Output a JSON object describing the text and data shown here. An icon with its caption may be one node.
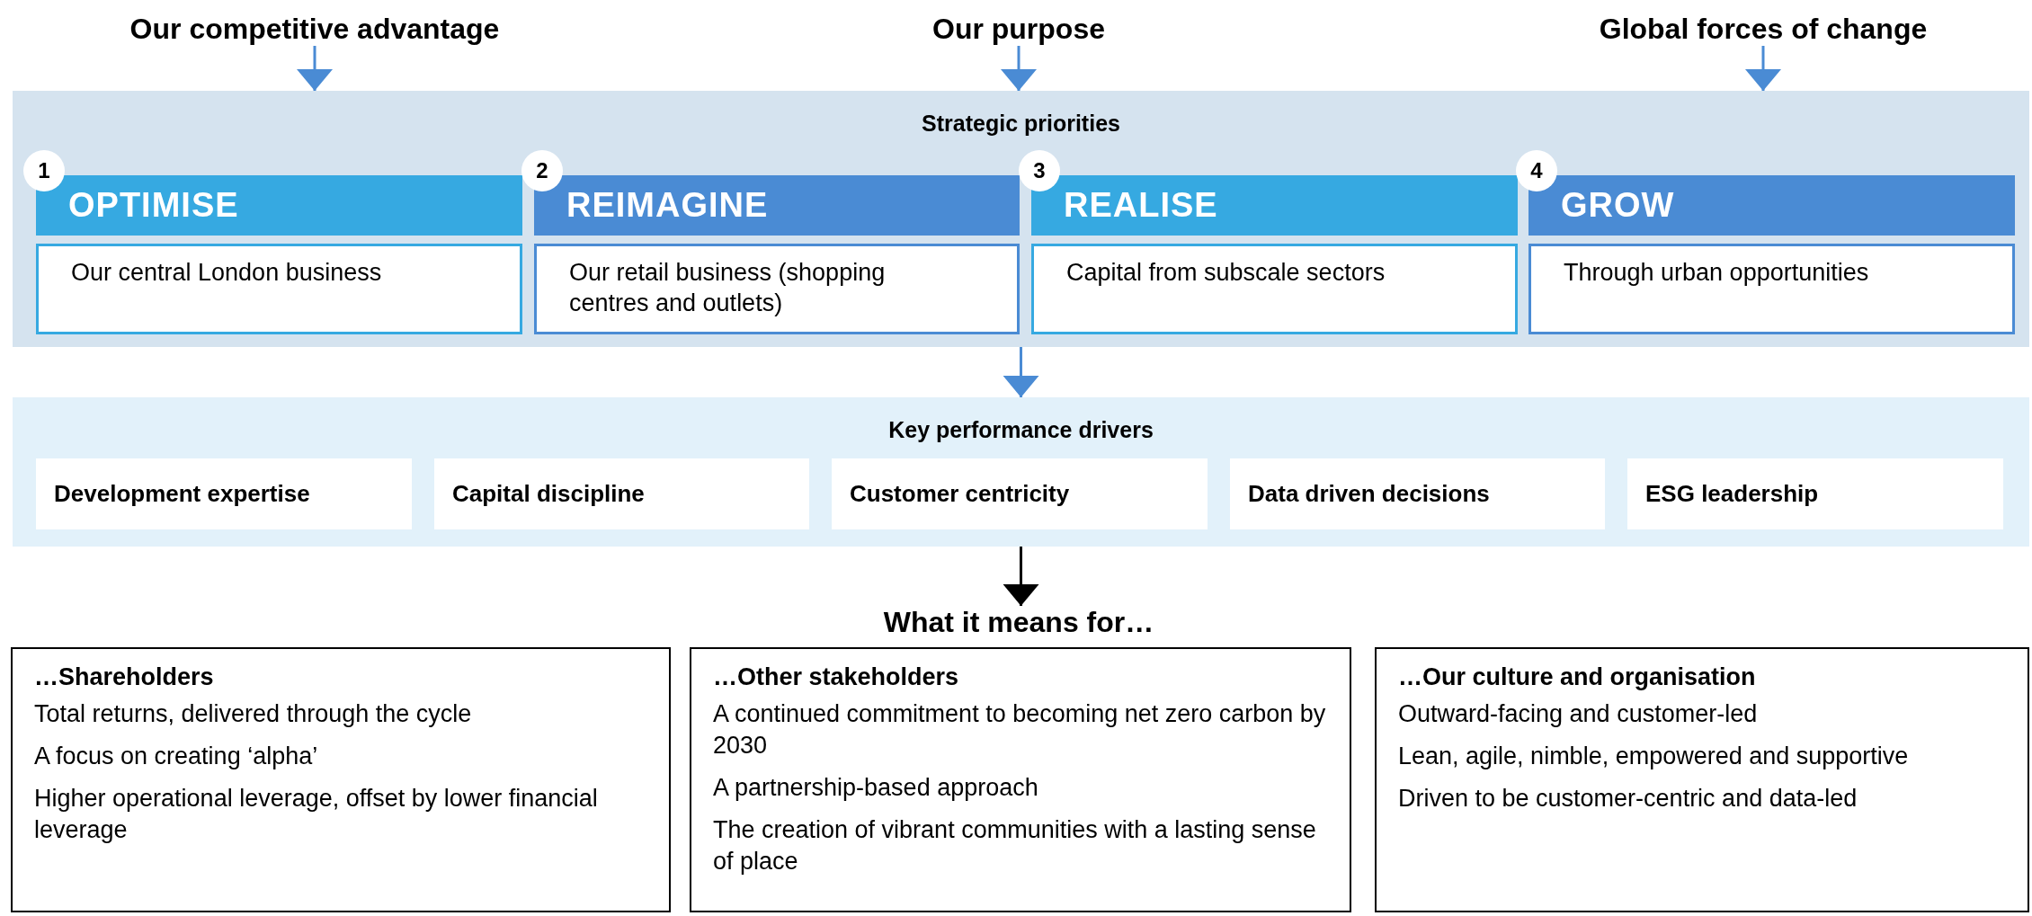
{
  "diagram": {
    "nodes": [
      {
        "text": [
          "Our competitive advantage"
        ]
      },
      {
        "text": [
          "Our purpose"
        ]
      },
      {
        "text": [
          "Global forces of change"
        ]
      },
      {
        "text": [
          "Strategic priorities"
        ]
      },
      {
        "text": [
          "1",
          "OPTIMISE",
          "Our central London business"
        ],
        "in": 3
      },
      {
        "text": [
          "2",
          "REIMAGINE",
          "Our retail business (shopping centres and outlets)"
        ],
        "in": 3
      },
      {
        "text": [
          "3",
          "REALISE",
          "Capital from subscale sectors"
        ],
        "in": 3
      },
      {
        "text": [
          "4",
          "GROW",
          "Through urban opportunities"
        ],
        "in": 3
      },
      {
        "text": [
          "Key performance drivers"
        ]
      },
      {
        "text": [
          "Development expertise"
        ],
        "in": 8
      },
      {
        "text": [
          "Capital discipline"
        ],
        "in": 8
      },
      {
        "text": [
          "Customer centricity"
        ],
        "in": 8
      },
      {
        "text": [
          "Data driven decisions"
        ],
        "in": 8
      },
      {
        "text": [
          "ESG leadership"
        ],
        "in": 8
      },
      {
        "text": [
          "What it means for…"
        ]
      },
      {
        "text": [
          "…Shareholders",
          "Total returns, delivered through the cycle",
          "A focus on creating ‘alpha’",
          "Higher operational leverage, offset by lower financial leverage"
        ]
      },
      {
        "text": [
          "…Other stakeholders",
          "A continued commitment to becoming net zero carbon by 2030",
          "A partnership-based approach",
          "The creation of vibrant communities with a lasting sense of place"
        ]
      },
      {
        "text": [
          "…Our culture and organisation",
          "Outward-facing and customer-led",
          "Lean, agile, nimble, empowered and supportive",
          "Driven to be customer-centric and data-led"
        ]
      }
    ],
    "edges": [
      {
        "from": 0,
        "to": 3,
        "arrow": "to"
      },
      {
        "from": 1,
        "to": 3,
        "arrow": "to"
      },
      {
        "from": 2,
        "to": 3,
        "arrow": "to"
      },
      {
        "from": 3,
        "to": 8,
        "arrow": "to"
      },
      {
        "from": 8,
        "to": 14,
        "arrow": "to",
        "color": "#000000"
      }
    ]
  }
}
